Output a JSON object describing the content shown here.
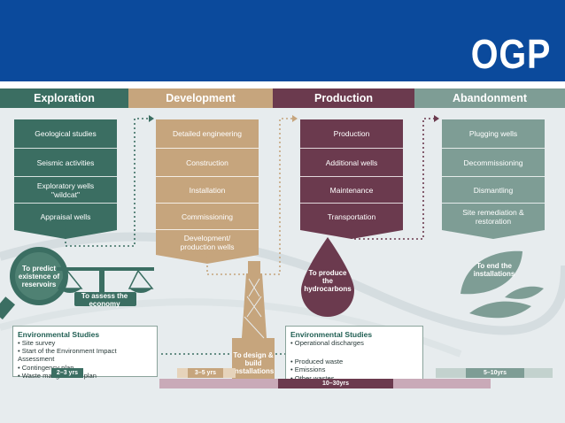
{
  "logo": "OGP",
  "colors": {
    "banner": "#0b4a9c",
    "exploration": "#3b6e62",
    "development": "#c6a57d",
    "production": "#6b3a4e",
    "abandonment": "#7e9d95"
  },
  "phases": [
    {
      "title": "Exploration",
      "steps": [
        "Geological studies",
        "Seismic activities",
        "Exploratory wells \"wildcat\"",
        "Appraisal wells"
      ]
    },
    {
      "title": "Development",
      "steps": [
        "Detailed engineering",
        "Construction",
        "Installation",
        "Commissioning",
        "Development/ production wells"
      ]
    },
    {
      "title": "Production",
      "steps": [
        "Production",
        "Additional wells",
        "Maintenance",
        "Transportation"
      ]
    },
    {
      "title": "Abandonment",
      "steps": [
        "Plugging wells",
        "Decommissioning",
        "Dismantling",
        "Site remediation & restoration"
      ]
    }
  ],
  "goals": {
    "predict": "To predict existence of reservoirs",
    "economy": "To assess the economy",
    "design": "To design & build installations",
    "produce": "To produce the hydrocarbons",
    "end": "To end the installations"
  },
  "env_left": {
    "title": "Environmental Studies",
    "items": [
      "Site survey",
      "Start of the Environment Impact Assessment",
      "Contingency plan",
      "Waste mangaement plan"
    ]
  },
  "env_right": {
    "title": "Environmental Studies",
    "items": [
      "Operational discharges",
      "Produced waste",
      "Emissions",
      "Other wastes"
    ]
  },
  "durations": {
    "exploration": "2–3 yrs",
    "development": "3–5 yrs",
    "production": "10–30yrs",
    "abandonment": "5–10yrs"
  }
}
